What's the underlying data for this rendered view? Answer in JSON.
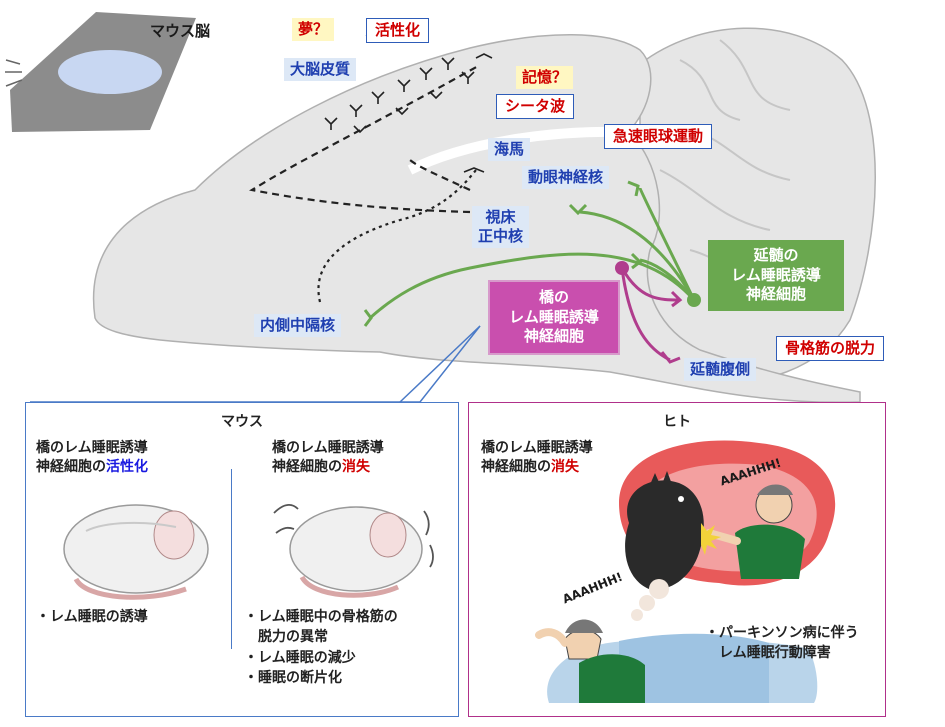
{
  "mouse_brain_label": "マウス脳",
  "labels": {
    "dream": "夢？",
    "activation": "活性化",
    "cortex": "大脳皮質",
    "memory": "記憶？",
    "theta": "シータ波",
    "hippocampus": "海馬",
    "rem": "急速眼球運動",
    "oculomotor": "動眼神経核",
    "thalamus_line1": "視床",
    "thalamus_line2": "正中核",
    "medulla_line1": "延髄の",
    "medulla_line2": "レム睡眠誘導",
    "medulla_line3": "神経細胞",
    "pons_line1": "橋の",
    "pons_line2": "レム睡眠誘導",
    "pons_line3": "神経細胞",
    "septum": "内側中隔核",
    "ventral_medulla": "延髄腹側",
    "atonia": "骨格筋の脱力"
  },
  "mouse_panel": {
    "title": "マウス",
    "left_line1": "橋のレム睡眠誘導",
    "left_line2_prefix": "神経細胞の",
    "left_line2_highlight": "活性化",
    "left_bullets": [
      "・レム睡眠の誘導"
    ],
    "right_line1": "橋のレム睡眠誘導",
    "right_line2_prefix": "神経細胞の",
    "right_line2_highlight": "消失",
    "right_bullets": [
      "・レム睡眠中の骨格筋の",
      "　脱力の異常",
      "・レム睡眠の減少",
      "・睡眠の断片化"
    ]
  },
  "human_panel": {
    "title": "ヒト",
    "line1": "橋のレム睡眠誘導",
    "line2_prefix": "神経細胞の",
    "line2_highlight": "消失",
    "scream_top": "AAAHHH!",
    "scream_bottom": "AAAHHH!",
    "bullets": [
      "・パーキンソン病に伴う",
      "　レム睡眠行動障害"
    ]
  },
  "colors": {
    "brain_fill": "#e6e6e6",
    "green": "#6aa84f",
    "magenta": "#c94fae",
    "callout_border": "#2e5cb8",
    "mouse_panel_border": "#4a7ac7",
    "human_panel_border": "#b0308a",
    "activation_text": "#1a1ae0",
    "loss_text": "#d00000"
  }
}
